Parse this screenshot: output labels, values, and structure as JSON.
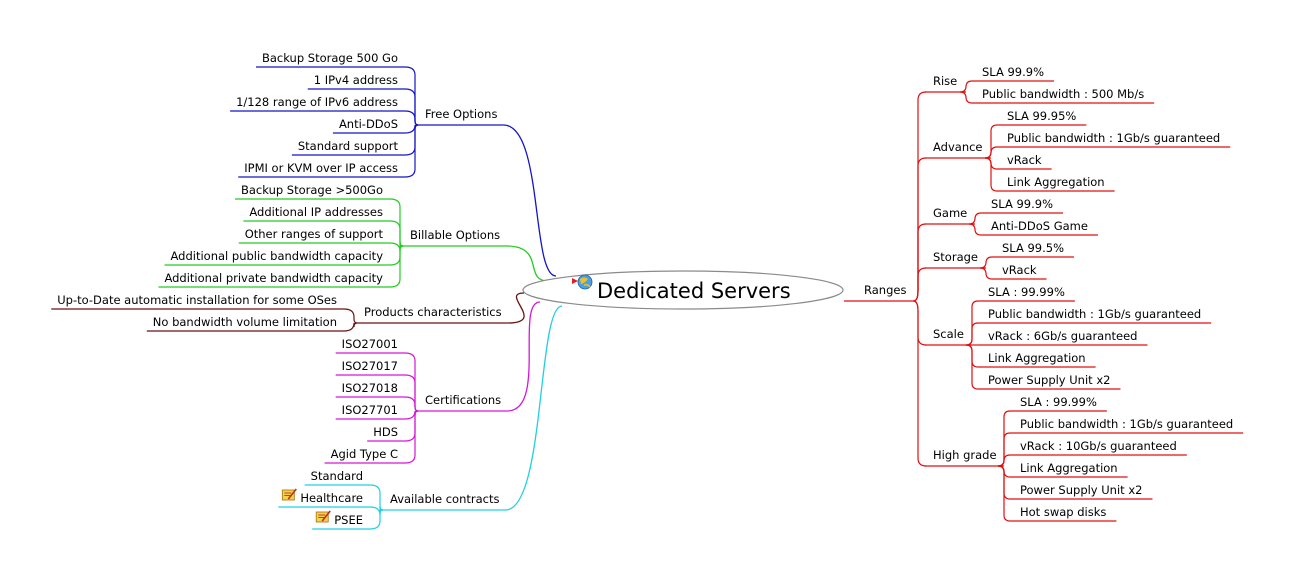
{
  "root": {
    "title": "Dedicated Servers"
  },
  "colors": {
    "free": "#1515c8",
    "billable": "#22cc22",
    "products": "#6b1212",
    "certifications": "#d616d6",
    "contracts": "#20d0e0",
    "ranges": "#e01010"
  },
  "left_branches": [
    {
      "label": "Free Options",
      "color_key": "free",
      "children": [
        "Backup Storage 500 Go",
        "1 IPv4 address",
        "1/128 range of IPv6 address",
        "Anti-DDoS",
        "Standard support",
        "IPMI or KVM over IP access"
      ]
    },
    {
      "label": "Billable Options",
      "color_key": "billable",
      "children": [
        "Backup Storage >500Go",
        "Additional IP addresses",
        "Other ranges of support",
        "Additional public bandwidth capacity",
        "Additional private bandwidth capacity"
      ]
    },
    {
      "label": "Products characteristics",
      "color_key": "products",
      "children": [
        "Up-to-Date automatic installation for some OSes",
        "No bandwidth volume limitation"
      ]
    },
    {
      "label": "Certifications",
      "color_key": "certifications",
      "children": [
        "ISO27001",
        "ISO27017",
        "ISO27018",
        "ISO27701",
        "HDS",
        "Agid Type C"
      ]
    },
    {
      "label": "Available contracts",
      "color_key": "contracts",
      "children": [
        "Standard",
        "Healthcare",
        "PSEE"
      ],
      "child_icons": [
        "",
        "note-pencil-icon",
        "note-pencil-icon"
      ]
    }
  ],
  "right_branch": {
    "label": "Ranges",
    "color_key": "ranges",
    "groups": [
      {
        "label": "Rise",
        "children": [
          "SLA 99.9%",
          "Public bandwidth : 500 Mb/s"
        ]
      },
      {
        "label": "Advance",
        "children": [
          "SLA 99.95%",
          "Public bandwidth : 1Gb/s guaranteed",
          "vRack",
          "Link Aggregation"
        ]
      },
      {
        "label": "Game",
        "children": [
          "SLA 99.9%",
          "Anti-DDoS Game"
        ]
      },
      {
        "label": "Storage",
        "children": [
          "SLA 99.5%",
          "vRack"
        ]
      },
      {
        "label": "Scale",
        "children": [
          "SLA : 99.99%",
          "Public bandwidth : 1Gb/s guaranteed",
          "vRack : 6Gb/s guaranteed",
          "Link Aggregation",
          "Power Supply Unit x2"
        ]
      },
      {
        "label": "High grade",
        "children": [
          "SLA : 99.99%",
          "Public bandwidth : 1Gb/s guaranteed",
          "vRack : 10Gb/s guaranteed",
          "Link Aggregation",
          "Power Supply Unit x2",
          "Hot swap disks"
        ]
      }
    ]
  }
}
